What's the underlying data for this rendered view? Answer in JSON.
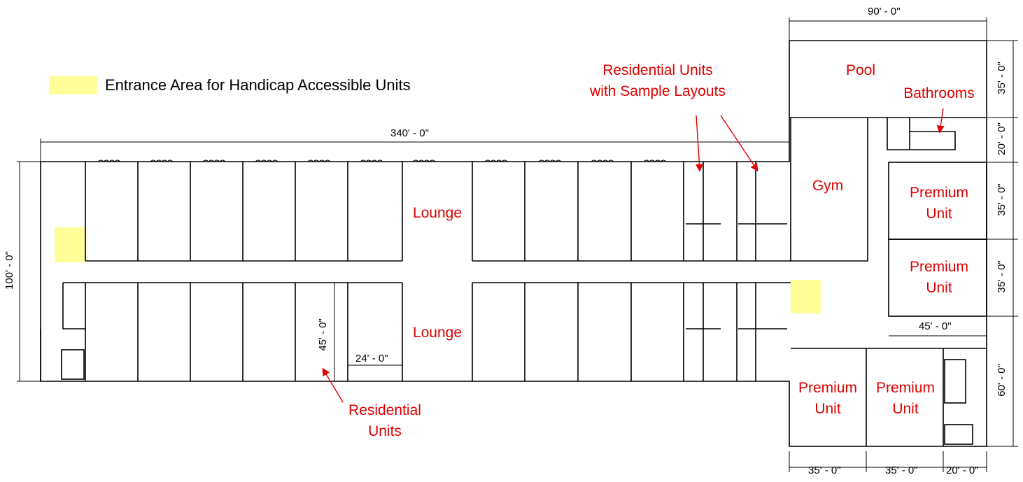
{
  "legend": {
    "text": "Entrance Area for Handicap Accessible Units",
    "swatch_color": "#ffff99"
  },
  "colors": {
    "label": "#e00000",
    "wall": "#000000",
    "entrance": "#ffff99"
  },
  "rooms": {
    "pool": "Pool",
    "bathrooms": "Bathrooms",
    "gym": "Gym",
    "lounge_top": "Lounge",
    "lounge_bottom": "Lounge",
    "premium_1": [
      "Premium",
      "Unit"
    ],
    "premium_2": [
      "Premium",
      "Unit"
    ],
    "premium_3": [
      "Premium",
      "Unit"
    ],
    "premium_4": [
      "Premium",
      "Unit"
    ]
  },
  "annotations": {
    "sample_layouts": [
      "Residential Units",
      "with Sample Layouts"
    ],
    "residential_units": [
      "Residential",
      "Units"
    ]
  },
  "dimensions": {
    "overall_length": "340' - 0\"",
    "overall_width": "100' - 0\"",
    "wing_width": "90' - 0\"",
    "pool_depth": "35' - 0\"",
    "bath_depth": "20' - 0\"",
    "premium_depth_1": "35' - 0\"",
    "premium_depth_2": "35' - 0\"",
    "premium_width": "45' - 0\"",
    "lower_wing_depth": "60' - 0\"",
    "unit_depth": "45' - 0\"",
    "unit_width": "24' - 0\"",
    "bottom_1": "35' - 0\"",
    "bottom_2": "35' - 0\"",
    "bottom_3": "20' - 0\""
  }
}
